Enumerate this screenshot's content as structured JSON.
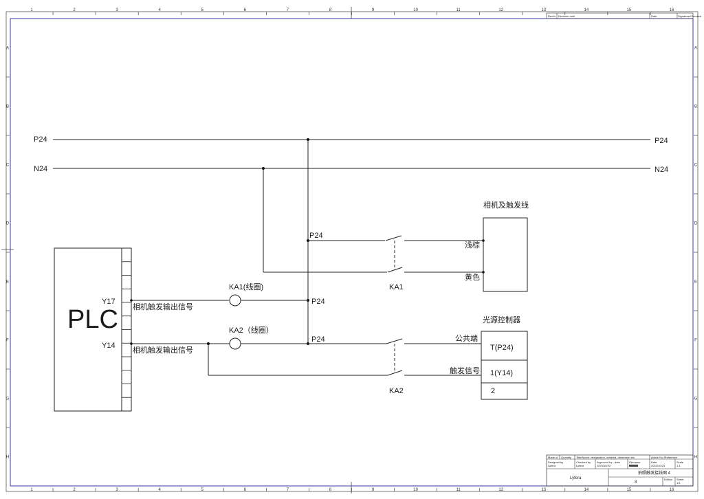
{
  "border": {
    "columns": [
      "1",
      "2",
      "3",
      "4",
      "5",
      "6",
      "7",
      "8",
      "9",
      "10",
      "11",
      "12",
      "13",
      "14",
      "15",
      "16"
    ],
    "rows": [
      "A",
      "B",
      "C",
      "D",
      "E",
      "F",
      "G",
      "H"
    ]
  },
  "top_revision_block": {
    "col1": "Rev/Ix",
    "col2": "Revision note",
    "col3": "Date",
    "col4": "Signature/Checked"
  },
  "rails": {
    "p24_left": "P24",
    "p24_right": "P24",
    "n24_left": "N24",
    "n24_right": "N24"
  },
  "junction_labels": {
    "p24_ka1_contact": "P24",
    "p24_ka1_coil": "P24",
    "p24_ka2": "P24"
  },
  "plc": {
    "label": "PLC",
    "out1_port": "Y17",
    "out1_signal": "相机触发输出信号",
    "out2_port": "Y14",
    "out2_signal": "相机触发输出信号"
  },
  "relays": {
    "ka1_coil": "KA1(线圈)",
    "ka2_coil": "KA2（线圈）",
    "ka1_contact": "KA1",
    "ka2_contact": "KA2"
  },
  "camera": {
    "title": "相机及触发线",
    "wire1": "浅棕",
    "wire2": "黄色"
  },
  "light_controller": {
    "title": "光源控制器",
    "term1_label": "公共端",
    "term1": "T(P24)",
    "term2_label": "触发信号",
    "term2": "1(Y14)",
    "term3": "2"
  },
  "title_block": {
    "made_of": "Made of",
    "quantity": "Quantity",
    "title_header": "Title/Name, designation, material, dimension etc",
    "article_header": "Article No./Reference",
    "designed_by_label": "Designed by",
    "designed_by": "Lyfera",
    "checked_by_label": "Checked by",
    "checked_by": "Lyfera",
    "approved_label": "Approved by - date",
    "approved_date": "2024/10/20",
    "filename_label": "Filename",
    "date_label": "Date",
    "date": "2024/10/23",
    "scale_label": "Scale",
    "scale": "1:1",
    "company": "Lyfera",
    "drawing_title": "拍照触发接线图 4",
    "edition_label": "Edition",
    "sheet_label": "Sheet",
    "sheet_no": "3",
    "sheet_total": "1/1"
  }
}
